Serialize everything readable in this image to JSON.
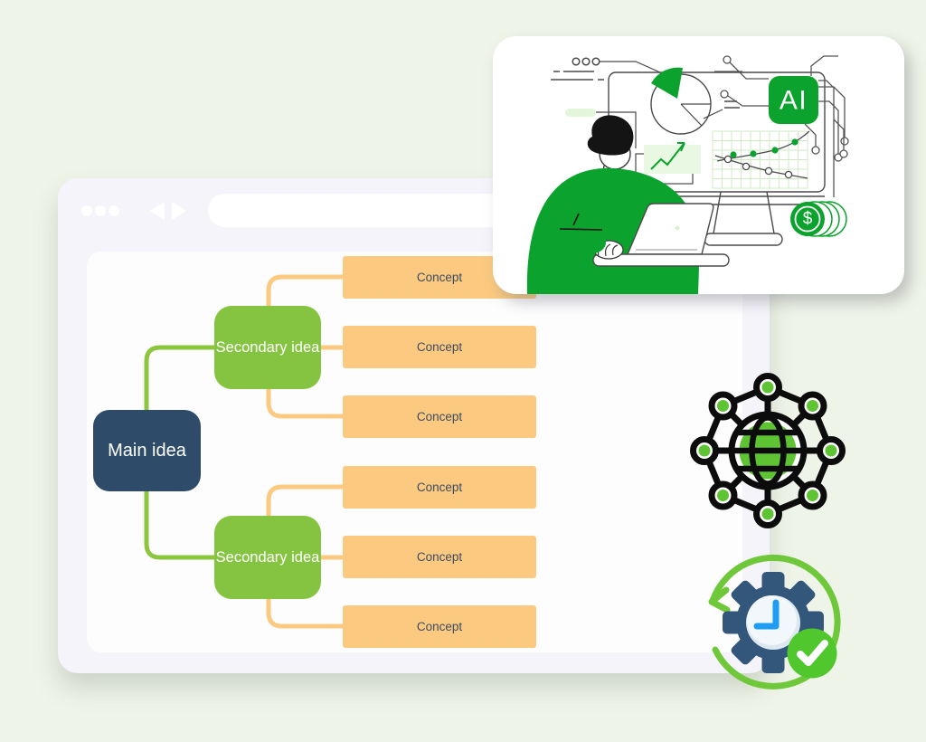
{
  "mindmap": {
    "main_idea": "Main idea",
    "secondary_ideas": [
      "Secondary idea",
      "Secondary idea"
    ],
    "concepts": [
      "Concept",
      "Concept",
      "Concept",
      "Concept",
      "Concept",
      "Concept"
    ]
  },
  "illustration": {
    "ai_badge": "AI",
    "coin_symbol": "$"
  },
  "browser": {
    "address_bar_value": ""
  },
  "icons": {
    "traffic_dots": "three window dots",
    "back_arrow": "◀",
    "forward_arrow": "▶",
    "globe_network": "globe surrounded by 8 connected nodes",
    "gear_clock": "gear with clock face, refresh arrow and checkmark",
    "check": "✓",
    "pie_chart": "pie chart with green slice",
    "growth_chart": "green upward zigzag arrow",
    "scatter_chart": "two trend lines with dots on green grid",
    "coins": "stacked dollar coins"
  },
  "colors": {
    "background": "#eff4e8",
    "window_frame": "#f5f4fa",
    "window_content": "#fdfdfe",
    "accent_green": "#0ba32e",
    "node_green": "#85c441",
    "connector_green": "#8cc63f",
    "connector_orange": "#fbca80",
    "node_navy": "#2e4c69",
    "concept_orange": "#fbca80",
    "concept_text": "#3d4b63",
    "icon_green": "#5ec434",
    "gear_blue": "#33567b",
    "clock_hand_blue": "#1f9df2",
    "check_green": "#4fc72d",
    "arrow_green": "#6fc73a"
  }
}
